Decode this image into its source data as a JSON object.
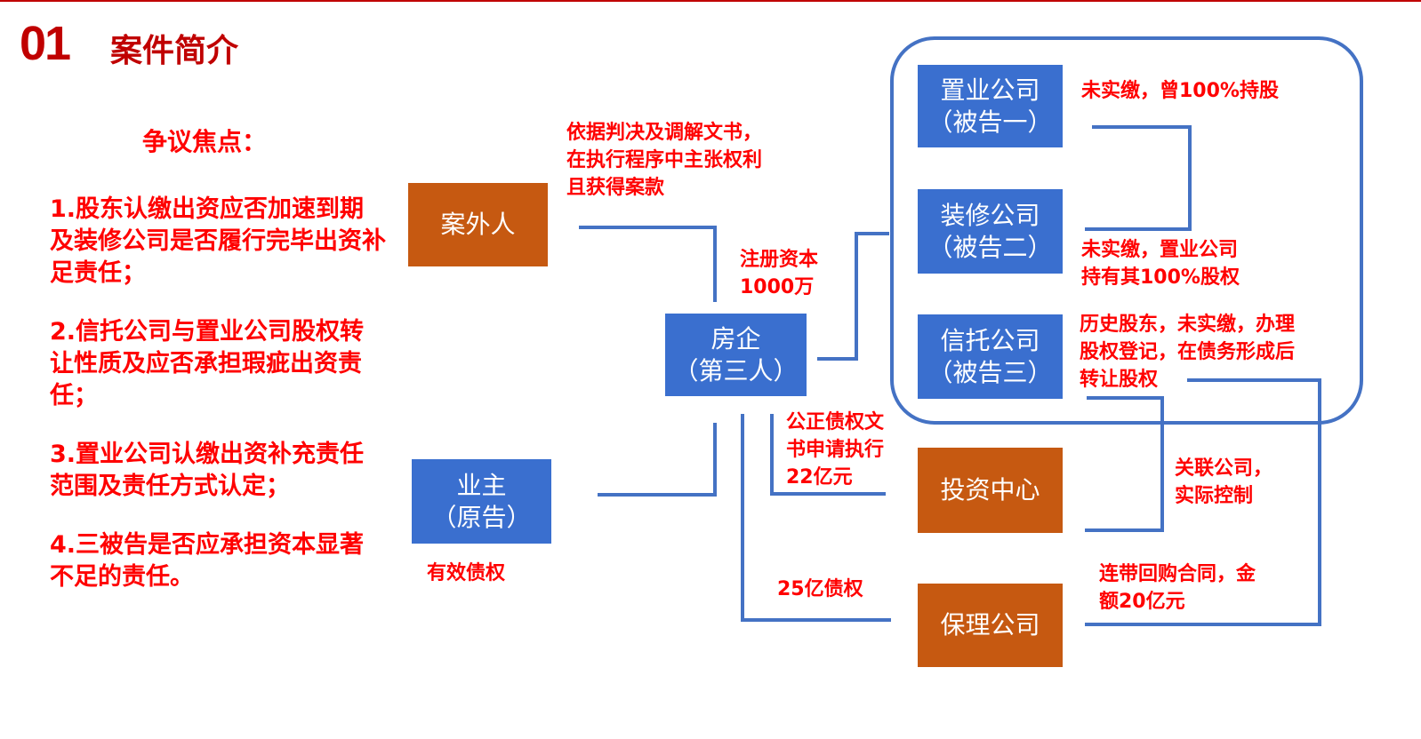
{
  "header": {
    "section_number": "01",
    "section_title": "案件简介"
  },
  "focus": {
    "heading": "争议焦点：",
    "items": [
      "1.股东认缴出资应否加速到期及装修公司是否履行完毕出资补足责任；",
      "2.信托公司与置业公司股权转让性质及应否承担瑕疵出资责任；",
      "3.置业公司认缴出资补充责任范围及责任方式认定；",
      "4.三被告是否应承担资本显著不足的责任。"
    ]
  },
  "nodes": {
    "outsider": "案外人",
    "owner": {
      "line1": "业主",
      "line2": "（原告）"
    },
    "developer": {
      "line1": "房企",
      "line2": "（第三人）"
    },
    "zhiye": {
      "line1": "置业公司",
      "line2": "（被告一）"
    },
    "zhuangxiu": {
      "line1": "装修公司",
      "line2": "（被告二）"
    },
    "xintuo": {
      "line1": "信托公司",
      "line2": "（被告三）"
    },
    "invest": "投资中心",
    "factoring": "保理公司"
  },
  "notes": {
    "outsider_claim": [
      "依据判决及调解文书，",
      "在执行程序中主张权利",
      "且获得案款"
    ],
    "registered_capital": [
      "注册资本",
      "1000万"
    ],
    "valid_claim": "有效债权",
    "notary": [
      "公正债权文",
      "书申请执行",
      "22亿元"
    ],
    "claim_25": "25亿债权",
    "zhiye_note": "未实缴，曾100%持股",
    "zhuangxiu_note": [
      "未实缴，置业公司",
      "持有其100%股权"
    ],
    "xintuo_note": [
      "历史股东，未实缴，办理",
      "股权登记，在债务形成后",
      "转让股权"
    ],
    "related": [
      "关联公司，",
      "实际控制"
    ],
    "buyback": [
      "连带回购合同，金",
      "额20亿元"
    ]
  },
  "colors": {
    "accent_red": "#ff0000",
    "title_red": "#c00000",
    "box_blue": "#3a6fcf",
    "box_orange": "#c65911",
    "line_blue": "#4472c4"
  }
}
